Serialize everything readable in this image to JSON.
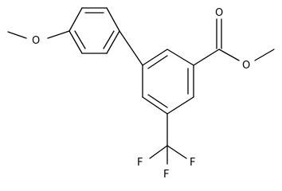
{
  "molecule": {
    "atoms": {
      "o_methoxy": "O",
      "o_carbonyl": "O",
      "o_ester": "O",
      "f_left": "F",
      "f_center": "F",
      "f_right": "F"
    }
  },
  "colors": {
    "background": "#ffffff",
    "bond": "#000000",
    "label": "#000000"
  }
}
